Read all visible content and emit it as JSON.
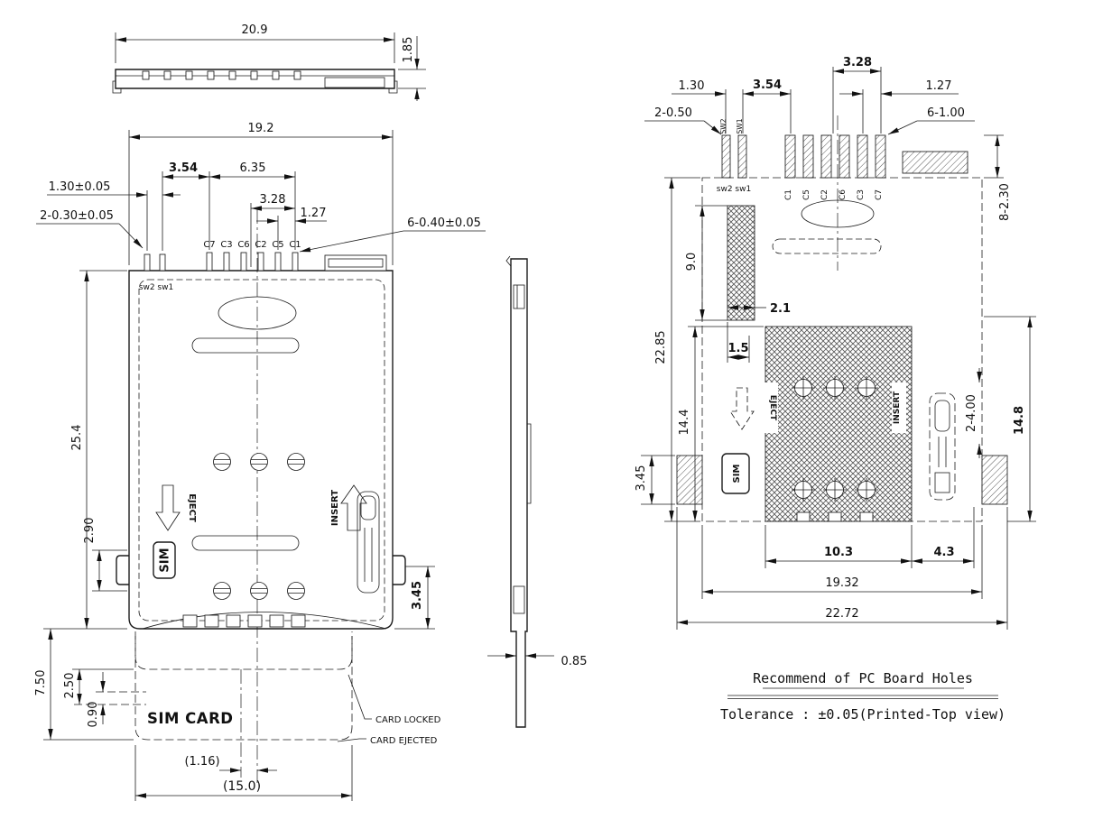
{
  "profile_view": {
    "dim_width": "20.9",
    "dim_height": "1.85"
  },
  "top_view": {
    "dims": {
      "total_width": "19.2",
      "d354": "3.54",
      "d635": "6.35",
      "d328": "3.28",
      "d127": "1.27",
      "d130": "1.30±0.05",
      "d2_030": "2-0.30±0.05",
      "d6_040": "6-0.40±0.05",
      "d254": "25.4",
      "d290": "2.90",
      "d345": "3.45",
      "d750": "7.50",
      "d250": "2.50",
      "d090": "0.90",
      "d116": "(1.16)",
      "d150": "(15.0)"
    },
    "labels": {
      "sw": "sw2 sw1",
      "pins": [
        "C7",
        "C3",
        "C6",
        "C2",
        "C5",
        "C1"
      ],
      "sim_card": "SIM CARD",
      "card_locked": "CARD LOCKED",
      "card_ejected": "CARD EJECTED",
      "eject": "EJECT",
      "insert": "INSERT",
      "sim": "SIM"
    }
  },
  "side_view": {
    "dim_thickness": "0.85"
  },
  "pcb_view": {
    "dims": {
      "d328": "3.28",
      "d130": "1.30",
      "d354": "3.54",
      "d127": "1.27",
      "d2_050": "2-0.50",
      "d6_100": "6-1.00",
      "d8_230": "8-2.30",
      "d9_0": "9.0",
      "d2_1": "2.1",
      "d1_5": "1.5",
      "d2285": "22.85",
      "d144": "14.4",
      "d345": "3.45",
      "d2_400": "2-4.00",
      "d148": "14.8",
      "d103": "10.3",
      "d43": "4.3",
      "d1932": "19.32",
      "d2272": "22.72"
    },
    "labels": {
      "sw_top": [
        "SW2",
        "SW1"
      ],
      "sw": "sw2 sw1",
      "pins": [
        "C1",
        "C5",
        "C2",
        "C6",
        "C3",
        "C7"
      ],
      "sim": "SIM",
      "eject": "EJECT",
      "insert": "INSERT"
    }
  },
  "notes": {
    "title": "Recommend of PC Board Holes",
    "tolerance": "Tolerance : ±0.05(Printed-Top view)"
  }
}
